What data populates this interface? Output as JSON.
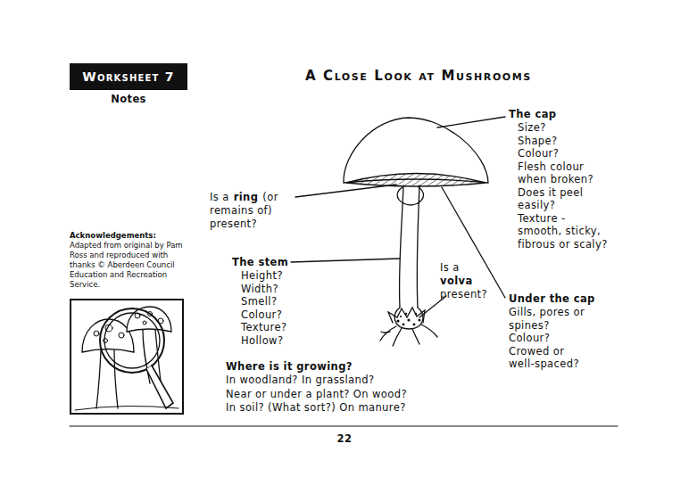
{
  "diagram": {
    "title": "A Close Look at Mushrooms",
    "nodes": [
      {
        "text": [
          "Worksheet 7"
        ]
      }
    ],
    "labels": [
      "Notes",
      "Acknowledgements:",
      "Adapted from original by Pam",
      "Ross and reproduced with",
      "thanks © Aberdeen Council",
      "Education and Recreation",
      "Service.",
      "The cap",
      "Size?",
      "Shape?",
      "Colour?",
      "Flesh colour",
      "when broken?",
      "Does it peel",
      "easily?",
      "Texture -",
      "smooth, sticky,",
      "fibrous or scaly?",
      "Is a",
      "ring",
      "(or",
      "remains of)",
      "present?",
      "The stem",
      "Height?",
      "Width?",
      "Smell?",
      "Colour?",
      "Texture?",
      "Hollow?",
      "Is a",
      "volva",
      "present?",
      "Under the cap",
      "Gills, pores or",
      "spines?",
      "Colour?",
      "Crowed or",
      "well-spaced?",
      "Where is it growing?",
      "In woodland? In grassland?",
      "Near or under a plant? On wood?",
      "In soil? (What sort?) On manure?",
      "22"
    ]
  }
}
